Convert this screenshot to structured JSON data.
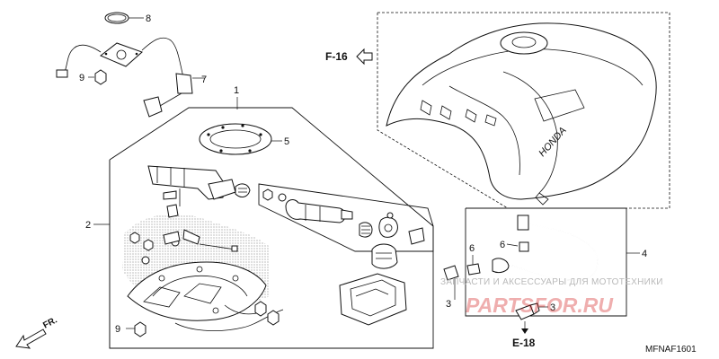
{
  "callouts": {
    "c1": "1",
    "c2": "2",
    "c3a": "3",
    "c3b": "3",
    "c4": "4",
    "c5": "5",
    "c6a": "6",
    "c6b": "6",
    "c7": "7",
    "c8": "8",
    "c9a": "9",
    "c9b": "9"
  },
  "references": {
    "f16": "F-16",
    "e18": "E-18",
    "fr": "FR."
  },
  "tank_logo": "HONDA",
  "diagram_code": "MFNAF1601",
  "watermark": {
    "caption": "ЗАПЧАСТИ И АКСЕССУАРЫ ДЛЯ МОТОТЕХНИКИ",
    "site": "PARTSFOR.RU"
  },
  "colors": {
    "line": "#111111",
    "watermark_red": "#d21a1a",
    "watermark_grey": "#b9b9b9"
  }
}
